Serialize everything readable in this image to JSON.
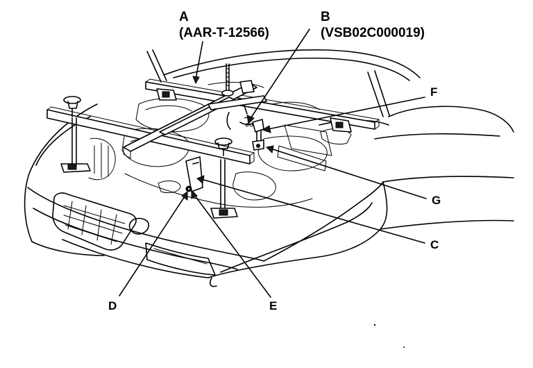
{
  "labels": {
    "a": {
      "letter": "A",
      "part_number": "(AAR-T-12566)"
    },
    "b": {
      "letter": "B",
      "part_number": "(VSB02C000019)"
    },
    "c": "C",
    "d": "D",
    "e": "E",
    "f": "F",
    "g": "G"
  }
}
